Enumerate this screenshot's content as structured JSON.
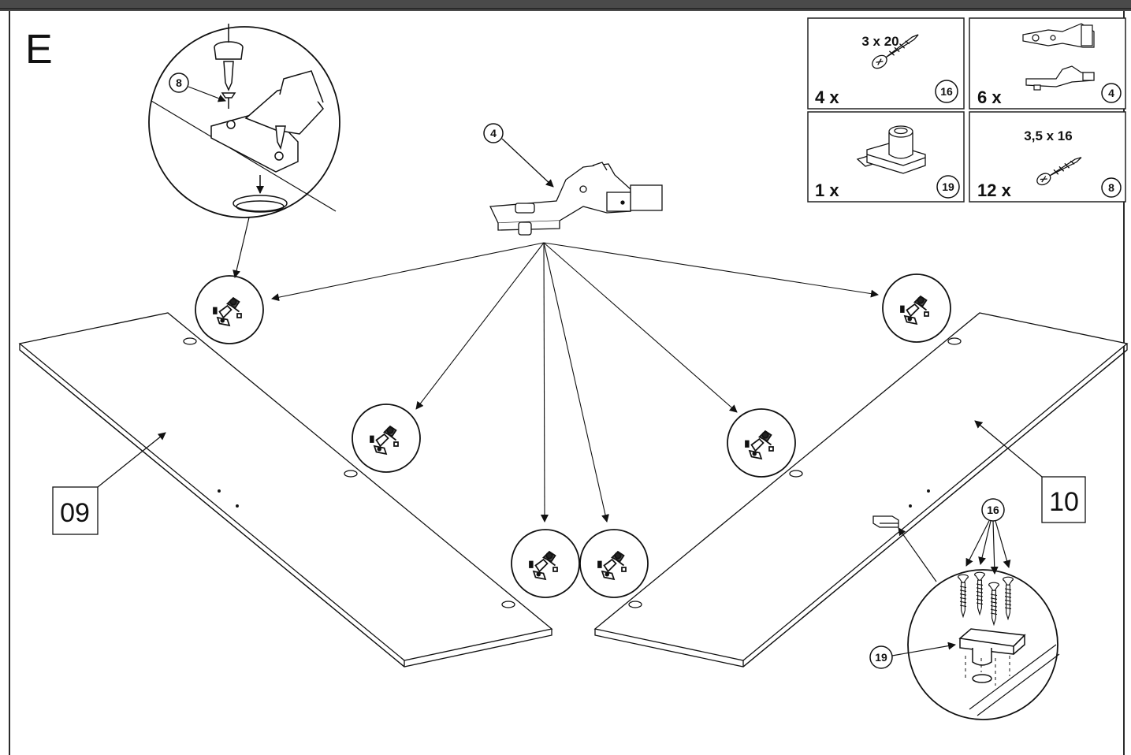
{
  "step": {
    "letter": "E"
  },
  "panels": {
    "left": {
      "number": "09"
    },
    "right": {
      "number": "10"
    }
  },
  "callouts": {
    "hinge_part": "4",
    "detail_screw": "8",
    "lock_screws": "16",
    "lock_part": "19"
  },
  "parts_list": [
    {
      "size": "3 x 20",
      "quantity": "4 x",
      "part_number": "16",
      "icon": "wood-screw-icon"
    },
    {
      "size": "",
      "quantity": "6 x",
      "part_number": "4",
      "icon": "cabinet-hinge-icon"
    },
    {
      "size": "",
      "quantity": "1 x",
      "part_number": "19",
      "icon": "cam-lock-icon"
    },
    {
      "size": "3,5 x 16",
      "quantity": "12 x",
      "part_number": "8",
      "icon": "wood-screw-icon"
    }
  ],
  "colors": {
    "line": "#111111",
    "topbar": "#4a4a4a",
    "parts_border": "#222222"
  }
}
